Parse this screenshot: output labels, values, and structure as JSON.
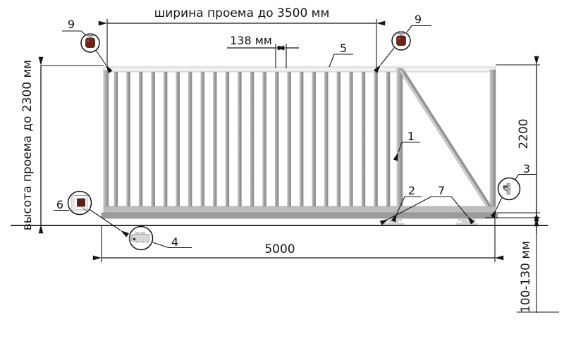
{
  "labels": {
    "opening_width": "ширина проема до 3500 мм",
    "opening_height": "высота проема до 2300 мм",
    "picket_spacing": "138 мм",
    "leaf_height": "2200",
    "leaf_length": "5000",
    "ground_clearance": "100-130 мм"
  },
  "callouts": {
    "n1": "1",
    "n2": "2",
    "n3": "3",
    "n4": "4",
    "n5": "5",
    "n6": "6",
    "n7": "7",
    "n9": "9"
  },
  "icons": {
    "signal_lamp": "signal-lamp-icon",
    "photocell": "photocell-icon",
    "drive_motor": "gate-motor-icon",
    "end_catch": "end-catch-icon"
  },
  "gate": {
    "picket_count": 23,
    "roller_carriage_count": 2
  },
  "colors": {
    "line": "#141414",
    "metal_mid": "#a6a6a6",
    "metal_light": "#f1f1f1",
    "metal_dark": "#9b9b9b",
    "lamp_body": "#6f241b",
    "photocell_lens": "#5c2018"
  }
}
